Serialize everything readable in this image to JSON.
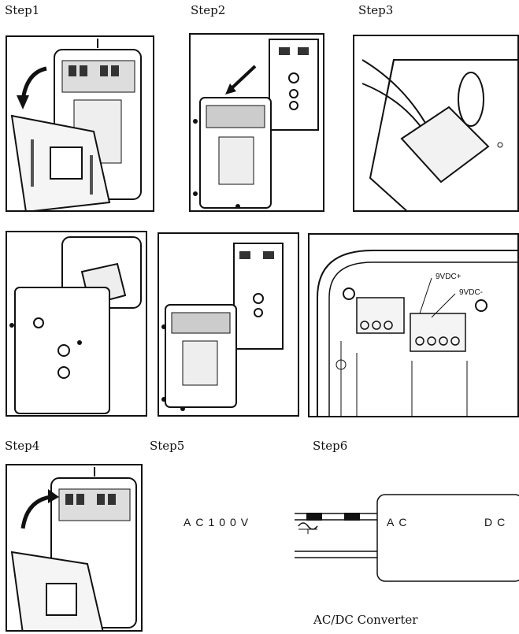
{
  "steps": {
    "step1": "Step1",
    "step2": "Step2",
    "step3": "Step3",
    "step4": "Step4",
    "step5": "Step5",
    "step6": "Step6"
  },
  "terminal_labels": {
    "positive": "9VDC+",
    "negative": "9VDC-"
  },
  "converter": {
    "input_label": "AC100V",
    "ac_label": "AC",
    "dc_label": "DC",
    "caption": "AC/DC Converter"
  },
  "colors": {
    "line": "#111111",
    "panel_border": "#111111",
    "background": "#ffffff"
  },
  "icons": {
    "ac_symbol": "sine-wave-icon",
    "arrow": "curved-arrow-icon"
  }
}
